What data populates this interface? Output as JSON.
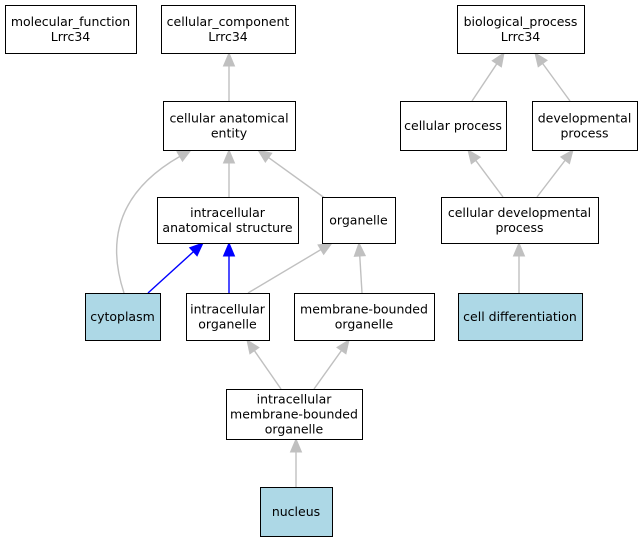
{
  "colors": {
    "highlight_fill": "#add8e6",
    "default_fill": "#ffffff",
    "edge_gray": "#c0c0c0",
    "edge_blue": "#0000ff"
  },
  "nodes": {
    "mf": {
      "lines": [
        "molecular_function",
        "Lrrc34"
      ],
      "highlight": false
    },
    "cc": {
      "lines": [
        "cellular_component",
        "Lrrc34"
      ],
      "highlight": false
    },
    "bp": {
      "lines": [
        "biological_process",
        "Lrrc34"
      ],
      "highlight": false
    },
    "cae": {
      "lines": [
        "cellular anatomical",
        "entity"
      ],
      "highlight": false
    },
    "cp": {
      "lines": [
        "cellular process"
      ],
      "highlight": false
    },
    "dp": {
      "lines": [
        "developmental",
        "process"
      ],
      "highlight": false
    },
    "ias": {
      "lines": [
        "intracellular",
        "anatomical structure"
      ],
      "highlight": false
    },
    "org": {
      "lines": [
        "organelle"
      ],
      "highlight": false
    },
    "cdp": {
      "lines": [
        "cellular developmental",
        "process"
      ],
      "highlight": false
    },
    "cyto": {
      "lines": [
        "cytoplasm"
      ],
      "highlight": true
    },
    "io": {
      "lines": [
        "intracellular",
        "organelle"
      ],
      "highlight": false
    },
    "mbo": {
      "lines": [
        "membrane-bounded",
        "organelle"
      ],
      "highlight": false
    },
    "cd": {
      "lines": [
        "cell differentiation"
      ],
      "highlight": true
    },
    "imbo": {
      "lines": [
        "intracellular",
        "membrane-bounded",
        "organelle"
      ],
      "highlight": false
    },
    "nuc": {
      "lines": [
        "nucleus"
      ],
      "highlight": true
    }
  },
  "edges": [
    {
      "from": "cae",
      "to": "cc",
      "color": "gray"
    },
    {
      "from": "cp",
      "to": "bp",
      "color": "gray"
    },
    {
      "from": "dp",
      "to": "bp",
      "color": "gray"
    },
    {
      "from": "ias",
      "to": "cae",
      "color": "gray"
    },
    {
      "from": "org",
      "to": "cae",
      "color": "gray"
    },
    {
      "from": "cyto",
      "to": "cae",
      "color": "gray"
    },
    {
      "from": "cdp",
      "to": "cp",
      "color": "gray"
    },
    {
      "from": "cdp",
      "to": "dp",
      "color": "gray"
    },
    {
      "from": "cyto",
      "to": "ias",
      "color": "blue"
    },
    {
      "from": "io",
      "to": "ias",
      "color": "blue"
    },
    {
      "from": "io",
      "to": "org",
      "color": "gray"
    },
    {
      "from": "mbo",
      "to": "org",
      "color": "gray"
    },
    {
      "from": "cd",
      "to": "cdp",
      "color": "gray"
    },
    {
      "from": "imbo",
      "to": "io",
      "color": "gray"
    },
    {
      "from": "imbo",
      "to": "mbo",
      "color": "gray"
    },
    {
      "from": "nuc",
      "to": "imbo",
      "color": "gray"
    }
  ]
}
